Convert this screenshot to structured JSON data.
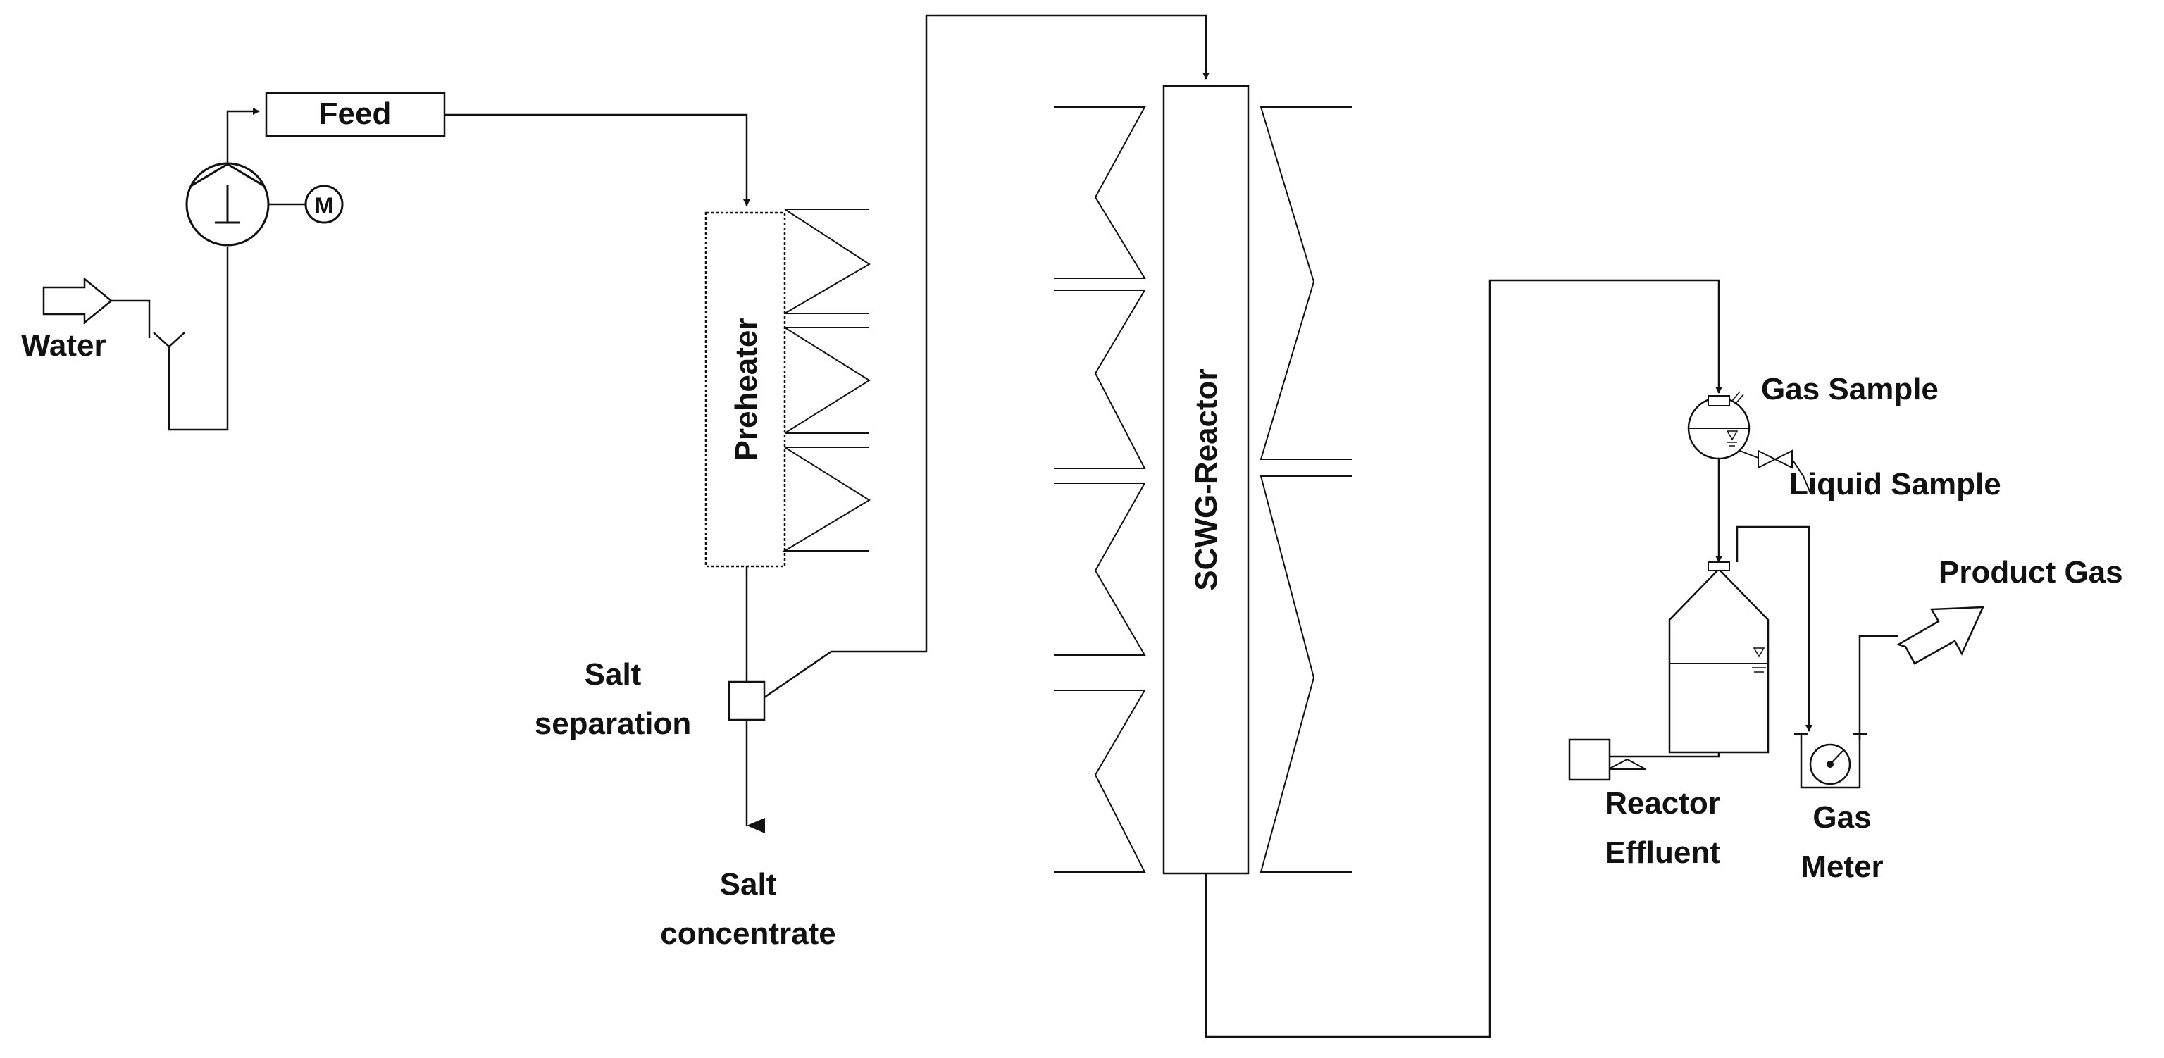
{
  "labels": {
    "feed": "Feed",
    "water": "Water",
    "motor": "M",
    "preheater": "Preheater",
    "salt_separation_1": "Salt",
    "salt_separation_2": "separation",
    "salt_concentrate_1": "Salt",
    "salt_concentrate_2": "concentrate",
    "reactor": "SCWG-Reactor",
    "gas_sample": "Gas Sample",
    "liquid_sample": "Liquid Sample",
    "product_gas": "Product Gas",
    "reactor_effluent_1": "Reactor",
    "reactor_effluent_2": "Effluent",
    "gas_meter_1": "Gas",
    "gas_meter_2": "Meter"
  }
}
